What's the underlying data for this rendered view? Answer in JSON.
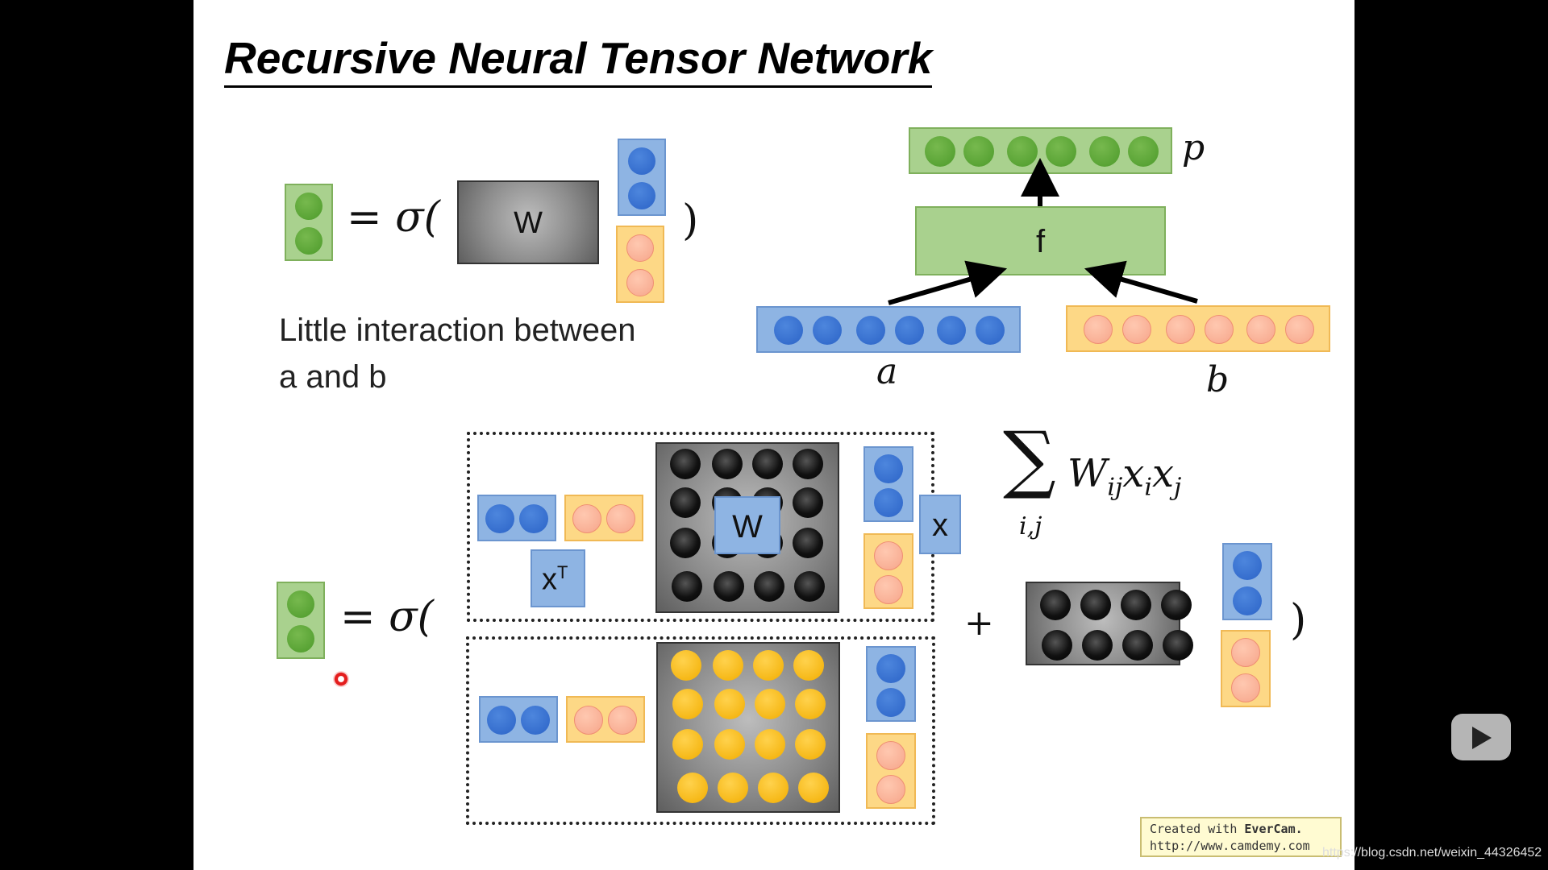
{
  "slide": {
    "title": "Recursive Neural Tensor Network",
    "sigma_eq_top": "= σ(",
    "close_paren": ")",
    "w_label": "W",
    "note_line1": "Little interaction between",
    "note_line2": "a and b",
    "tree": {
      "f_label": "f",
      "p_label": "p",
      "a_label": "a",
      "b_label": "b"
    },
    "sigma_eq_bottom": "= σ(",
    "xt_label": "x",
    "xt_sup": "T",
    "w_inner_label": "W",
    "x_label": "x",
    "sum_symbol": "∑",
    "sum_sub": "i,j",
    "sum_term": "W",
    "sum_term_sub": "ij",
    "sum_x1": "x",
    "sum_x1_sub": "i",
    "sum_x2": "x",
    "sum_x2_sub": "j",
    "plus": "+",
    "close_paren_bottom": ")"
  },
  "evercam": {
    "line1_prefix": "Created with ",
    "line1_brand": "EverCam.",
    "line2": "http://www.camdemy.com"
  },
  "watermark": "https://blog.csdn.net/weixin_44326452",
  "colors": {
    "green": "#a9d18e",
    "blue": "#8eb4e3",
    "orange": "#fdd886",
    "gray": "#8c8c8c"
  },
  "icons": {
    "player": "play-icon",
    "cursor": "cursor-dot-icon"
  }
}
